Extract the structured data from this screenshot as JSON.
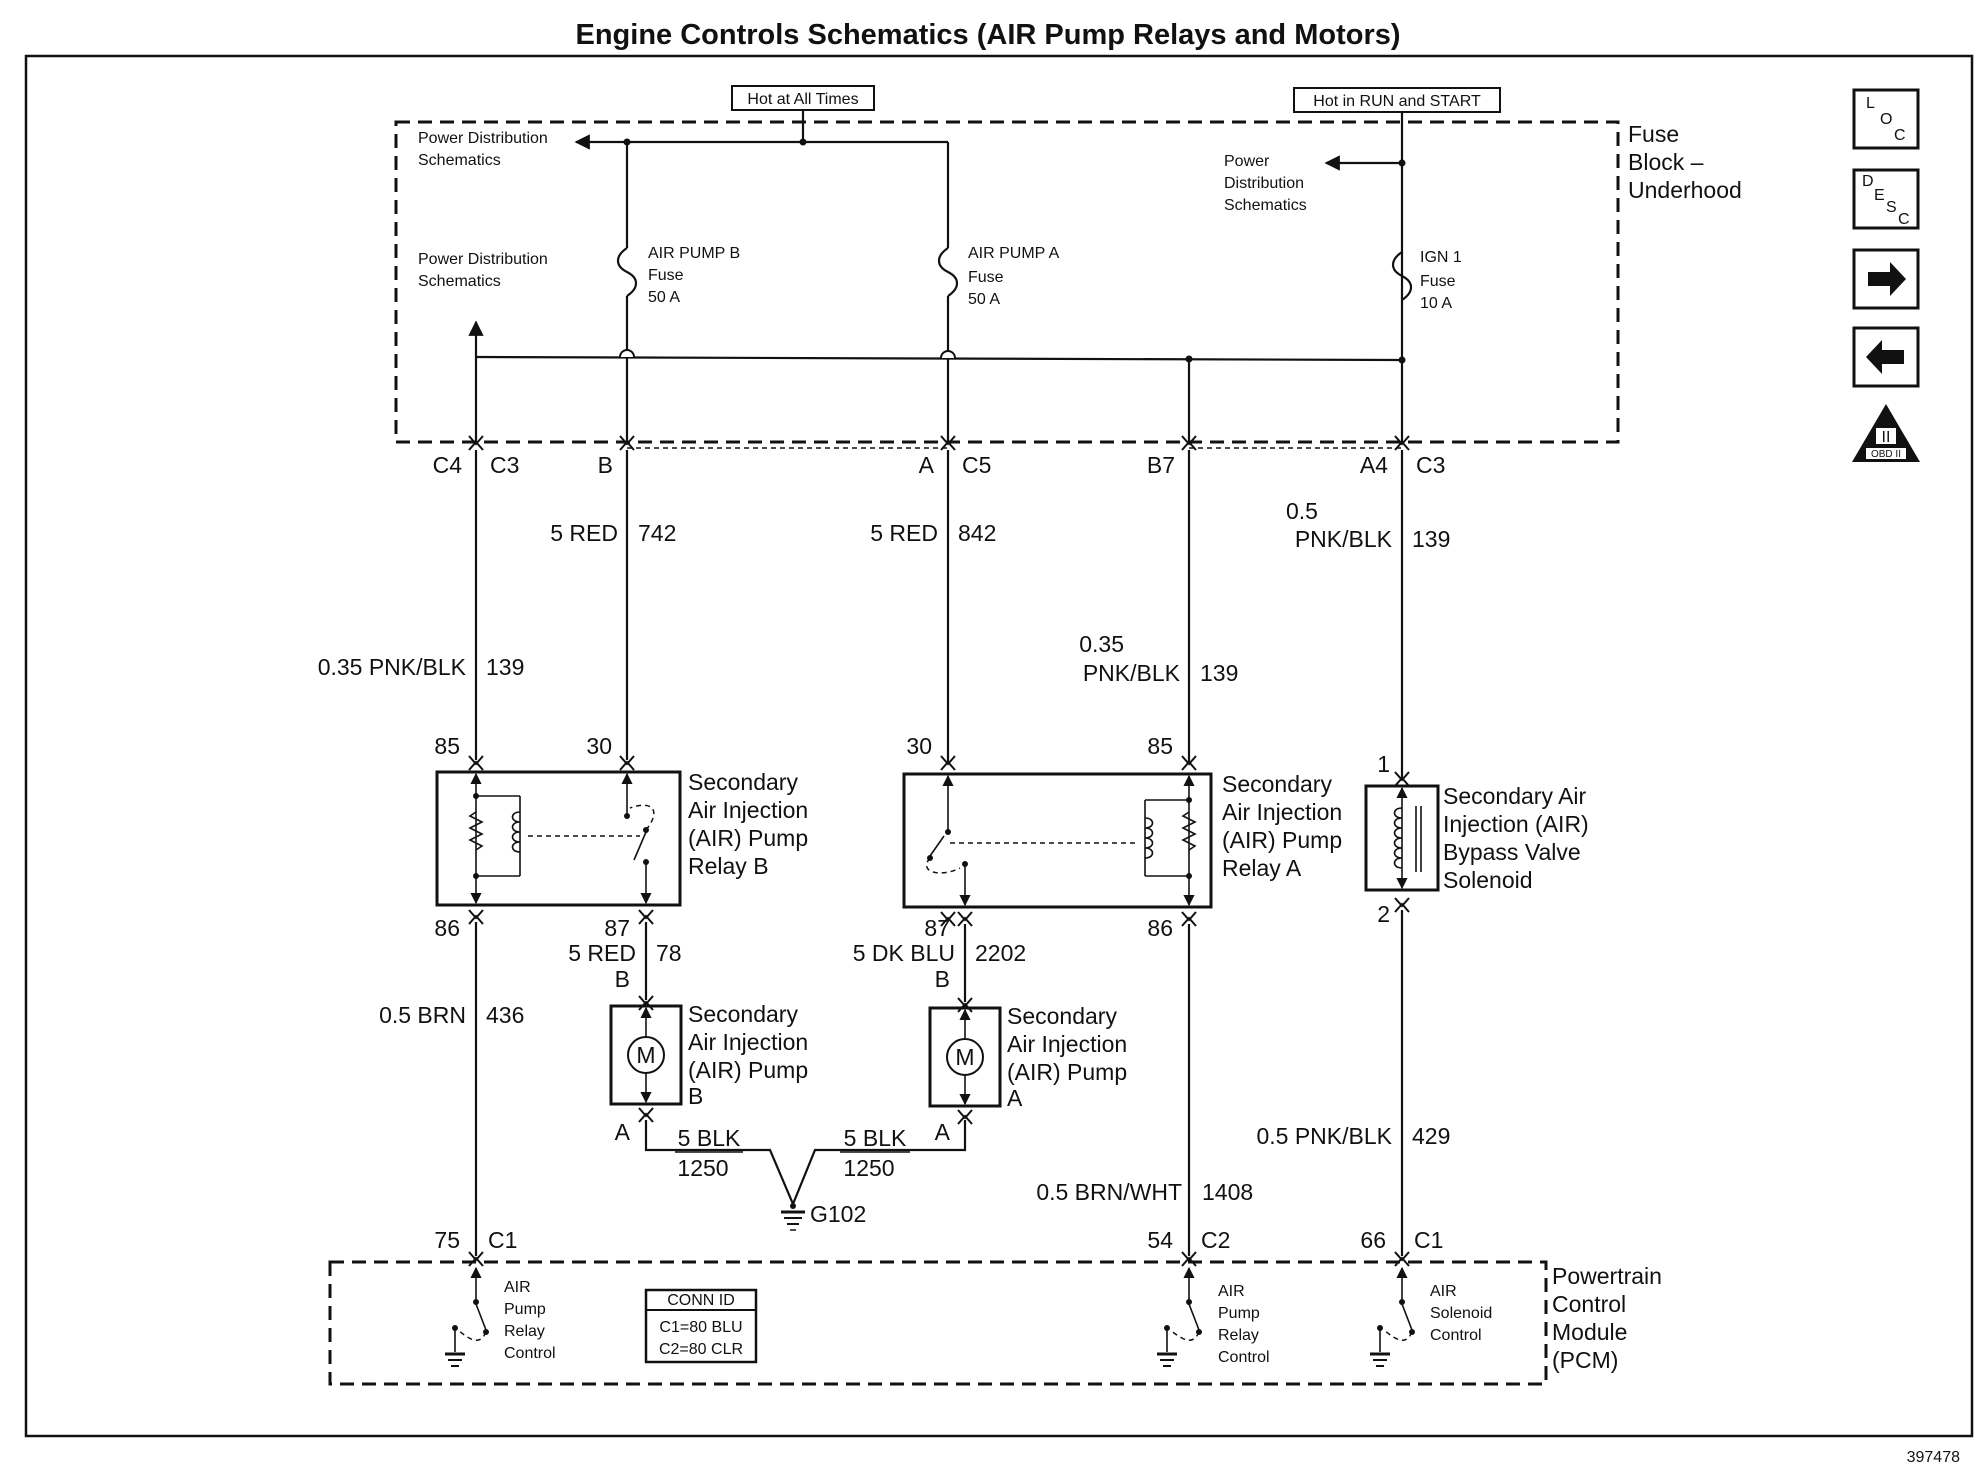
{
  "title": "Engine Controls Schematics (AIR Pump Relays and Motors)",
  "figure_number": "397478",
  "hot_labels": {
    "always": "Hot at All Times",
    "run_start": "Hot in RUN and START"
  },
  "fuse_block": {
    "name_1": "Fuse",
    "name_2": "Block –",
    "name_3": "Underhood"
  },
  "power_dist": {
    "a_1": "Power Distribution",
    "a_2": "Schematics",
    "b_1": "Power Distribution",
    "b_2": "Schematics",
    "c_1": "Power",
    "c_2": "Distribution",
    "c_3": "Schematics"
  },
  "fuses": {
    "pump_b": {
      "name": "AIR PUMP B",
      "kind": "Fuse",
      "rating": "50 A"
    },
    "pump_a": {
      "name": "AIR PUMP A",
      "kind": "Fuse",
      "rating": "50 A"
    },
    "ign": {
      "name": "IGN 1",
      "kind": "Fuse",
      "rating": "10 A"
    }
  },
  "connectors": {
    "c4": "C4",
    "c3a": "C3",
    "b": "B",
    "a": "A",
    "c5": "C5",
    "b7": "B7",
    "a4": "A4",
    "c3b": "C3"
  },
  "wires": {
    "w742_size": "5 RED",
    "w742_num": "742",
    "w842_size": "5 RED",
    "w842_num": "842",
    "w139a_size": "0.35 PNK/BLK",
    "w139a_num": "139",
    "w139b_size_1": "0.35",
    "w139b_size_2": "PNK/BLK",
    "w139b_num": "139",
    "w139c_size_1": "0.5",
    "w139c_size_2": "PNK/BLK",
    "w139c_num": "139",
    "w436_size": "0.5 BRN",
    "w436_num": "436",
    "w78_size": "5 RED",
    "w78_num": "78",
    "w2202_size": "5 DK BLU",
    "w2202_num": "2202",
    "w1250a_size": "5 BLK",
    "w1250a_num": "1250",
    "w1250b_size": "5 BLK",
    "w1250b_num": "1250",
    "w1408_size": "0.5 BRN/WHT",
    "w1408_num": "1408",
    "w429_size": "0.5 PNK/BLK",
    "w429_num": "429"
  },
  "relay_b": {
    "pin85": "85",
    "pin30": "30",
    "pin86": "86",
    "pin87": "87",
    "l1": "Secondary",
    "l2": "Air Injection",
    "l3": "(AIR) Pump",
    "l4": "Relay B"
  },
  "relay_a": {
    "pin30": "30",
    "pin85": "85",
    "pin87": "87",
    "pin86": "86",
    "l1": "Secondary",
    "l2": "Air Injection",
    "l3": "(AIR) Pump",
    "l4": "Relay A"
  },
  "solenoid": {
    "pin1": "1",
    "pin2": "2",
    "l1": "Secondary Air",
    "l2": "Injection (AIR)",
    "l3": "Bypass Valve",
    "l4": "Solenoid"
  },
  "pump_b": {
    "pin_top": "B",
    "pin_bottom": "A",
    "symbol": "M",
    "l1": "Secondary",
    "l2": "Air Injection",
    "l3": "(AIR) Pump",
    "l4": "B"
  },
  "pump_a": {
    "pin_top": "B",
    "pin_bottom": "A",
    "symbol": "M",
    "l1": "Secondary",
    "l2": "Air Injection",
    "l3": "(AIR) Pump",
    "l4": "A"
  },
  "ground": {
    "label": "G102"
  },
  "pcm": {
    "name_1": "Powertrain",
    "name_2": "Control",
    "name_3": "Module",
    "name_4": "(PCM)",
    "pin75": "75",
    "c1a": "C1",
    "pin54": "54",
    "c2": "C2",
    "pin66": "66",
    "c1b": "C1",
    "ctl1_1": "AIR",
    "ctl1_2": "Pump",
    "ctl1_3": "Relay",
    "ctl1_4": "Control",
    "ctl2_1": "AIR",
    "ctl2_2": "Pump",
    "ctl2_3": "Relay",
    "ctl2_4": "Control",
    "ctl3_1": "AIR",
    "ctl3_2": "Solenoid",
    "ctl3_3": "Control",
    "conn_title": "CONN ID",
    "conn_1": "C1=80 BLU",
    "conn_2": "C2=80 CLR"
  },
  "nav": {
    "loc": [
      "L",
      "O",
      "C"
    ],
    "desc": [
      "D",
      "E",
      "S",
      "C"
    ],
    "obd": "II",
    "obd_label": "OBD II"
  }
}
